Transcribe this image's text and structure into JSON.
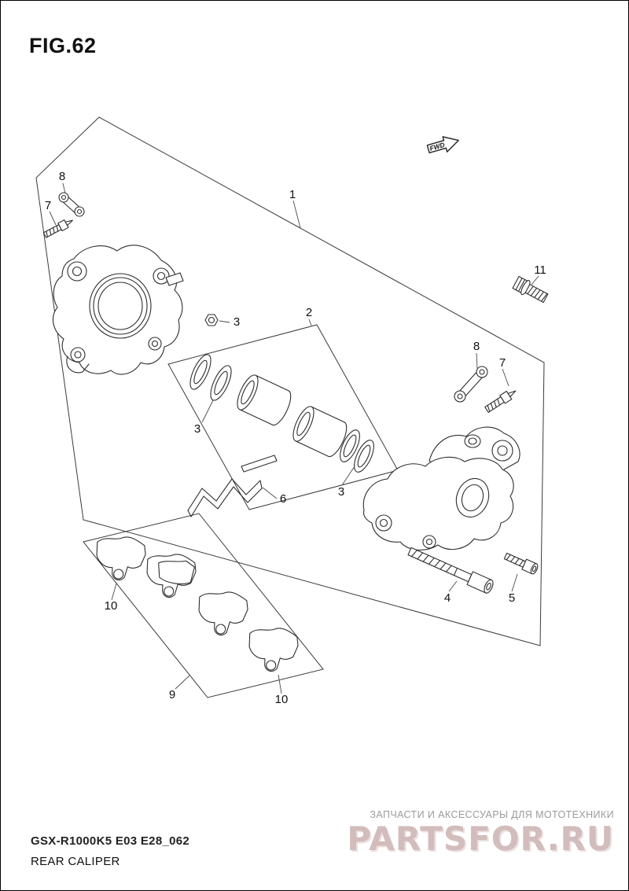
{
  "page": {
    "fig": "FIG.62",
    "code": "GSX-R1000K5 E03 E28_062",
    "name": "REAR CALIPER"
  },
  "diagram": {
    "fwd": "FWD"
  },
  "callouts": {
    "n1": "1",
    "n2": "2",
    "n3a": "3",
    "n3b": "3",
    "n3c": "3",
    "n4": "4",
    "n5": "5",
    "n6": "6",
    "n7L": "7",
    "n8L": "8",
    "n7R": "7",
    "n8R": "8",
    "n9": "9",
    "n10a": "10",
    "n10b": "10",
    "n11": "11"
  },
  "watermark": {
    "tagline": "ЗАПЧАСТИ И АКСЕССУАРЫ ДЛЯ МОТОТЕХНИКИ",
    "logo": "PARTSFOR.RU"
  }
}
